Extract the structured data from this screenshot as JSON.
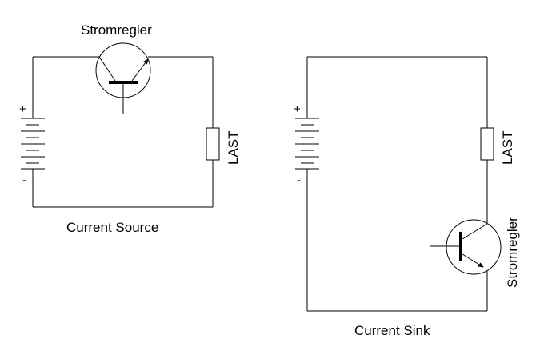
{
  "source_circuit": {
    "regulator_label": "Stromregler",
    "load_label": "LAST",
    "plus_sign": "+",
    "minus_sign": "-",
    "caption": "Current Source"
  },
  "sink_circuit": {
    "regulator_label": "Stromregler",
    "load_label": "LAST",
    "plus_sign": "+",
    "minus_sign": "-",
    "caption": "Current Sink"
  }
}
